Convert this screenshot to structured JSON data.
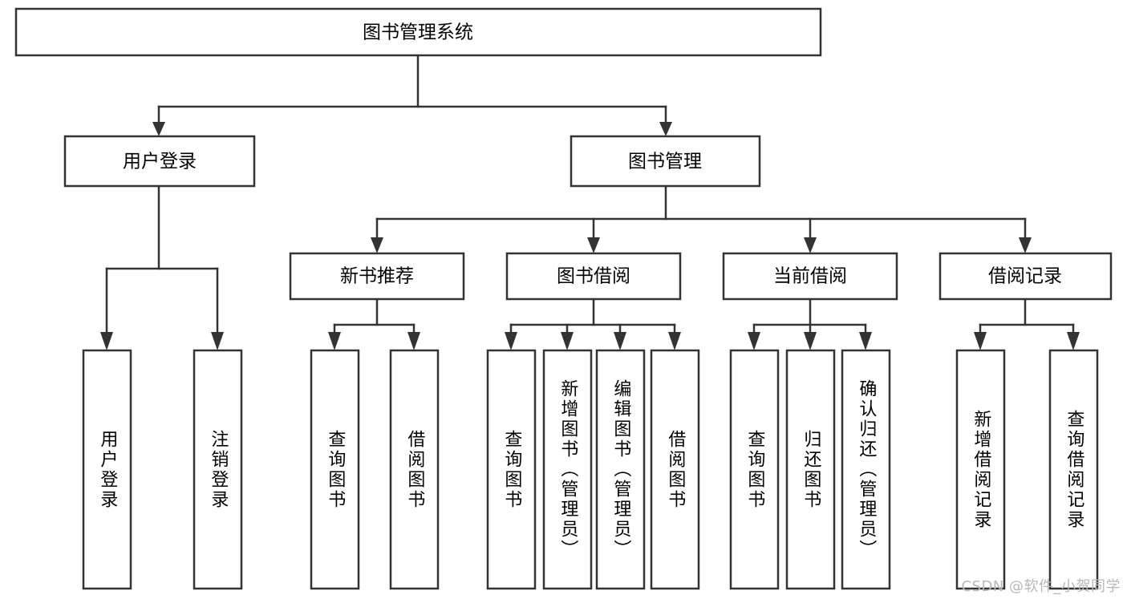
{
  "diagram": {
    "type": "tree-hierarchy-flowchart",
    "title_node": {
      "id": "root",
      "label": "图书管理系统"
    },
    "level2": [
      {
        "id": "user-login",
        "label": "用户登录"
      },
      {
        "id": "book-manage",
        "label": "图书管理"
      }
    ],
    "level3": [
      {
        "id": "new-book-recommend",
        "label": "新书推荐",
        "parent": "book-manage"
      },
      {
        "id": "book-borrow",
        "label": "图书借阅",
        "parent": "book-manage"
      },
      {
        "id": "current-borrow",
        "label": "当前借阅",
        "parent": "book-manage"
      },
      {
        "id": "borrow-record",
        "label": "借阅记录",
        "parent": "book-manage"
      }
    ],
    "leaves": [
      {
        "id": "leaf-user-login",
        "label": "用户登录",
        "parent": "user-login"
      },
      {
        "id": "leaf-logout-login",
        "label": "注销登录",
        "parent": "user-login"
      },
      {
        "id": "leaf-query-book-1",
        "label": "查询图书",
        "parent": "new-book-recommend"
      },
      {
        "id": "leaf-borrow-book-1",
        "label": "借阅图书",
        "parent": "new-book-recommend"
      },
      {
        "id": "leaf-query-book-2",
        "label": "查询图书",
        "parent": "book-borrow"
      },
      {
        "id": "leaf-add-book",
        "label": "新增图书（管理员）",
        "parent": "book-borrow"
      },
      {
        "id": "leaf-edit-book",
        "label": "编辑图书（管理员）",
        "parent": "book-borrow"
      },
      {
        "id": "leaf-borrow-book-2",
        "label": "借阅图书",
        "parent": "book-borrow"
      },
      {
        "id": "leaf-query-book-3",
        "label": "查询图书",
        "parent": "current-borrow"
      },
      {
        "id": "leaf-return-book",
        "label": "归还图书",
        "parent": "current-borrow"
      },
      {
        "id": "leaf-confirm-return",
        "label": "确认归还（管理员）",
        "parent": "current-borrow"
      },
      {
        "id": "leaf-add-borrow-record",
        "label": "新增借阅记录",
        "parent": "borrow-record"
      },
      {
        "id": "leaf-query-borrow-record",
        "label": "查询借阅记录",
        "parent": "borrow-record"
      }
    ],
    "colors": {
      "box_stroke": "#333333",
      "box_fill": "#ffffff",
      "text": "#000000",
      "background": "#ffffff",
      "watermark": "#b8b8b8"
    }
  },
  "watermark": {
    "text": "CSDN @软件_小贺同学"
  }
}
